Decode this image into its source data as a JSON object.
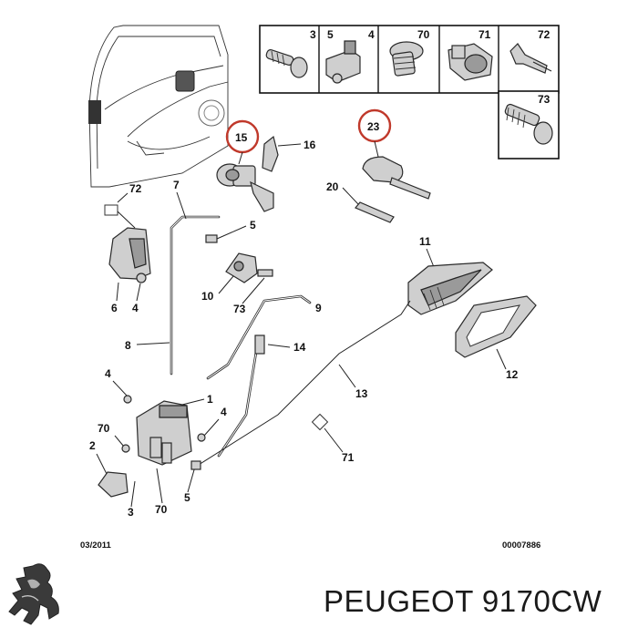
{
  "diagram": {
    "hardware_legend": [
      "3",
      "4",
      "5",
      "70",
      "71",
      "72",
      "73"
    ],
    "callouts": {
      "c15": "15",
      "c16": "16",
      "c23": "23",
      "c20": "20",
      "c11": "11",
      "c12": "12",
      "c7": "7",
      "c72": "72",
      "c5a": "5",
      "c10": "10",
      "c73": "73",
      "c9": "9",
      "c6": "6",
      "c4a": "4",
      "c8": "8",
      "c14": "14",
      "c4b": "4",
      "c1": "1",
      "c13": "13",
      "c70a": "70",
      "c4c": "4",
      "c2": "2",
      "c71": "71",
      "c3": "3",
      "c70b": "70",
      "c5b": "5"
    },
    "date_code": "03/2011",
    "reference_code": "00007886"
  },
  "brand": {
    "logo": "peugeot-lion-logo",
    "caption": "PEUGEOT 9170CW"
  },
  "colors": {
    "highlight_ring": "#c0392b"
  }
}
